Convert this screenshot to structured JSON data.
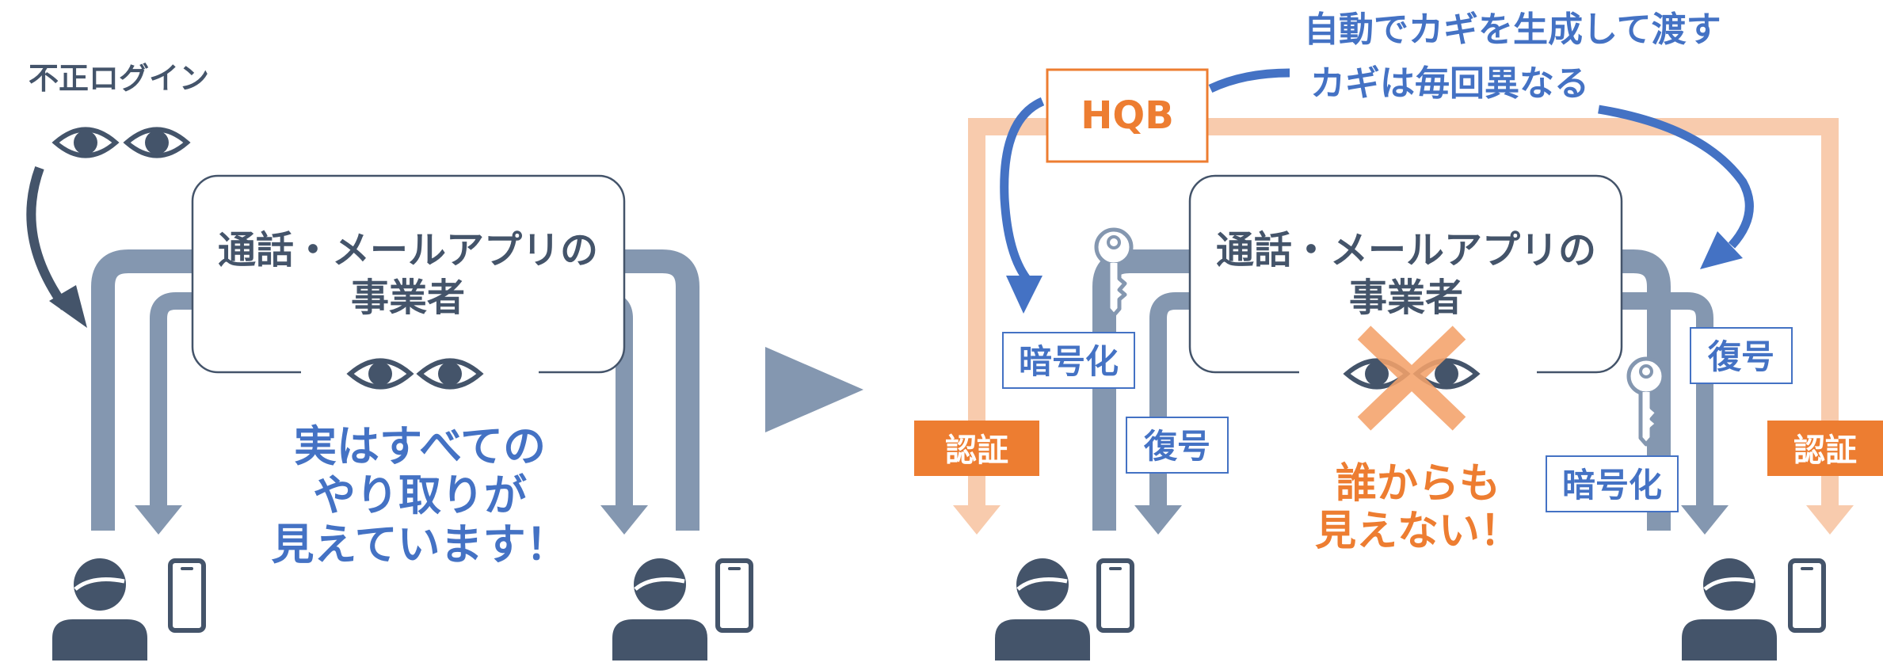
{
  "colors": {
    "dark": "#44546a",
    "steel": "#8497b0",
    "blue": "#4472c4",
    "orange": "#ed7d31",
    "peach": "#f8cbad",
    "cross": "#f4a26b"
  },
  "icons": {
    "eye": "eye-icon",
    "user": "user-icon",
    "phone": "smartphone-icon",
    "key": "key-icon",
    "cross": "cross-mark-icon",
    "next": "triangle-right-icon"
  },
  "before": {
    "intruder_label": "不正ログイン",
    "provider_line1": "通話・メールアプリの",
    "provider_line2": "事業者",
    "warning_line1": "実はすべての",
    "warning_line2": "やり取りが",
    "warning_line3": "見えています！"
  },
  "after": {
    "hqb_label": "HQB",
    "key_note_line1": "自動でカギを生成して渡す",
    "key_note_line2": "カギは毎回異なる",
    "provider_line1": "通話・メールアプリの",
    "provider_line2": "事業者",
    "encrypt_left": "暗号化",
    "decrypt_left": "復号",
    "decrypt_right": "復号",
    "encrypt_right": "暗号化",
    "auth_left": "認証",
    "auth_right": "認証",
    "safe_line1": "誰からも",
    "safe_line2": "見えない！"
  }
}
